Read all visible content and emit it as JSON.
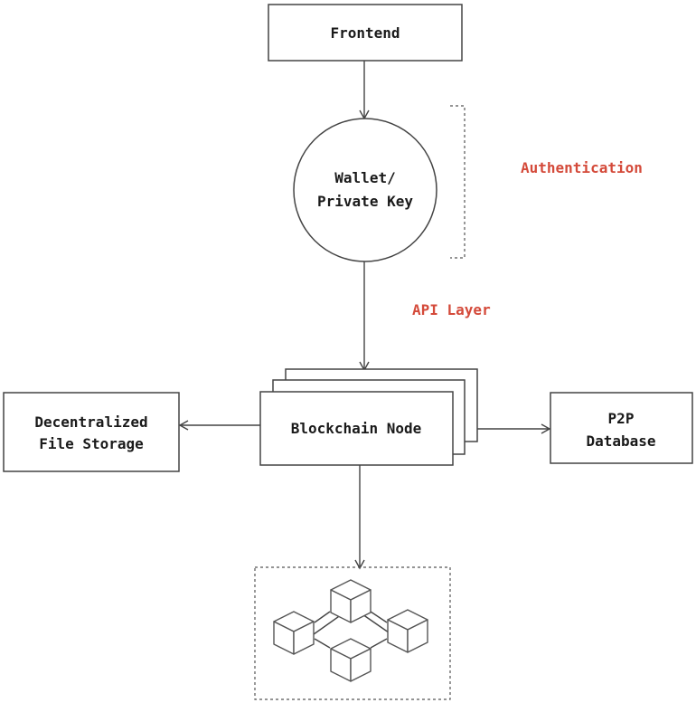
{
  "nodes": {
    "frontend": "Frontend",
    "wallet_line1": "Wallet/",
    "wallet_line2": "Private Key",
    "blockchain_node": "Blockchain Node",
    "storage_line1": "Decentralized",
    "storage_line2": "File Storage",
    "db_line1": "P2P",
    "db_line2": "Database"
  },
  "annotations": {
    "authentication": "Authentication",
    "api_layer": "API Layer"
  },
  "colors": {
    "annotation_red": "#d44a3a",
    "stroke": "#444444"
  },
  "icons": {
    "blockchain_network": "blockchain-cubes-icon"
  }
}
